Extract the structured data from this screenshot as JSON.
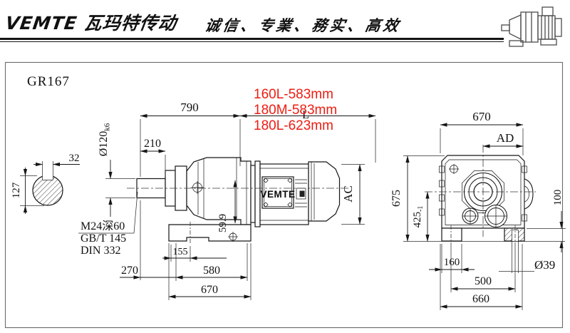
{
  "header": {
    "brand": "VEMTE 瓦玛特传动",
    "slogan": "诚信、专業、務实、高效",
    "logo_icon": "gearmotor-line-art"
  },
  "drawing": {
    "model": "GR167",
    "colors": {
      "highlight_red": "#ed1c12",
      "line": "#161616"
    },
    "motor_options": [
      "160L-583mm",
      "180M-583mm",
      "180L-623mm"
    ],
    "side_view": {
      "motor_label": "VEMTE",
      "dims": {
        "overall_length": "790",
        "motor_length": "L",
        "shaft_length": "210",
        "shaft_diameter": "Ø120",
        "shaft_diameter_tolerance": "k6",
        "key_width": "32",
        "shaft_section_height": "127",
        "tapped_hole": "M24深60",
        "standard_gb": "GB/T 145",
        "standard_din": "DIN 332",
        "foot_hole_offset": "155",
        "shaft_to_foot": "270",
        "foot_hole_span": "580",
        "foot_length": "670",
        "foot_height": "59.9",
        "motor_diameter": "AC"
      }
    },
    "end_view": {
      "dims": {
        "housing_width": "670",
        "center_to_edge": "AD",
        "overall_height": "675",
        "center_height": "425",
        "center_height_tolerance": "-1",
        "foot_thickness": "100",
        "foot_pad_width": "160",
        "bolt_hole_span": "500",
        "base_width": "660",
        "bolt_hole_diameter": "Ø39"
      }
    }
  }
}
